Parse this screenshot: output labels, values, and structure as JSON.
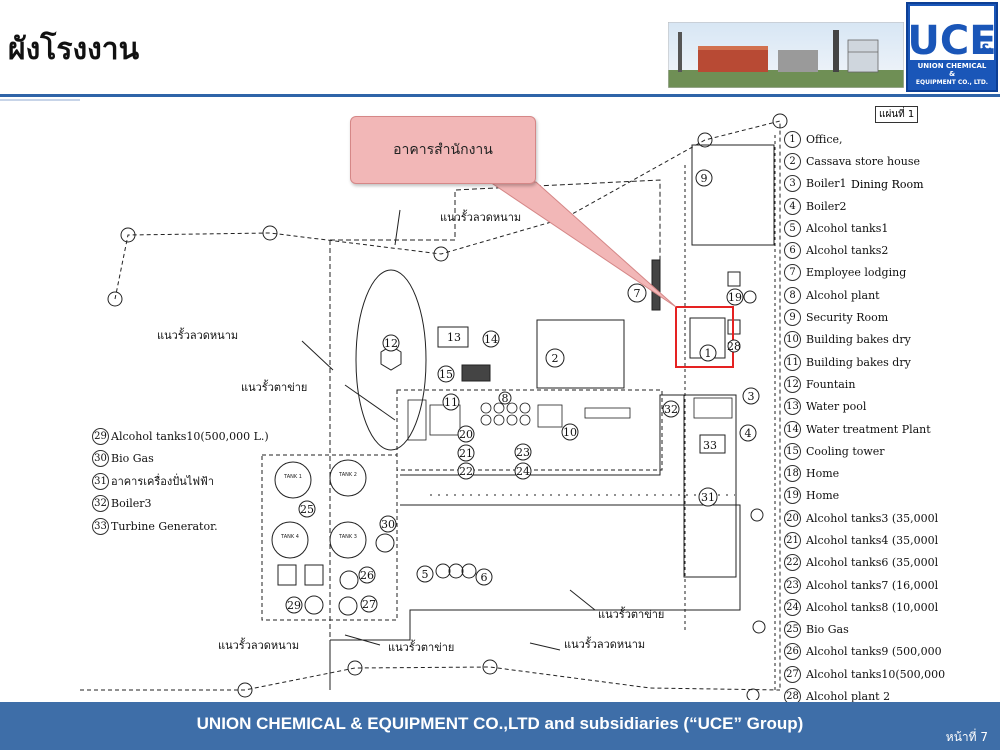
{
  "page": {
    "title": "ผังโรงงาน",
    "page_no": "หน้าที่ 7"
  },
  "logo": {
    "main": "UCE",
    "amp": "&",
    "line1": "UNION CHEMICAL",
    "line2": "&",
    "line3": "EQUIPMENT CO., LTD."
  },
  "footer": {
    "text": "UNION CHEMICAL & EQUIPMENT CO.,LTD and subsidiaries (“UCE” Group)"
  },
  "diagram": {
    "sheet_label": "แผ่นที่ 1",
    "callout": "อาคารสำนักงาน",
    "dining_room": "Dining Room",
    "fence_labels": [
      "แนวรั้วลวดหนาม",
      "แนวรั้วลวดหนาม",
      "แนวรั้วตาข่าย",
      "แนวรั้วตาข่าย",
      "แนวรั้วลวดหนาม",
      "แนวรั้วตาข่าย",
      "แนวรั้วลวดหนาม"
    ],
    "legend_right": [
      {
        "n": "1",
        "label": "Office,"
      },
      {
        "n": "2",
        "label": "Cassava store house"
      },
      {
        "n": "3",
        "label": "Boiler1"
      },
      {
        "n": "4",
        "label": "Boiler2"
      },
      {
        "n": "5",
        "label": "Alcohol tanks1"
      },
      {
        "n": "6",
        "label": "Alcohol tanks2"
      },
      {
        "n": "7",
        "label": "Employee lodging"
      },
      {
        "n": "8",
        "label": "Alcohol plant"
      },
      {
        "n": "9",
        "label": "Security Room"
      },
      {
        "n": "10",
        "label": "Building bakes dry"
      },
      {
        "n": "11",
        "label": "Building bakes dry"
      },
      {
        "n": "12",
        "label": "Fountain"
      },
      {
        "n": "13",
        "label": "Water pool"
      },
      {
        "n": "14",
        "label": "Water treatment Plant"
      },
      {
        "n": "15",
        "label": "Cooling tower"
      },
      {
        "n": "18",
        "label": "Home"
      },
      {
        "n": "19",
        "label": "Home"
      },
      {
        "n": "20",
        "label": "Alcohol tanks3 (35,000l"
      },
      {
        "n": "21",
        "label": "Alcohol tanks4 (35,000l"
      },
      {
        "n": "22",
        "label": "Alcohol tanks6 (35,000l"
      },
      {
        "n": "23",
        "label": "Alcohol tanks7 (16,000l"
      },
      {
        "n": "24",
        "label": "Alcohol tanks8 (10,000l"
      },
      {
        "n": "25",
        "label": "Bio Gas"
      },
      {
        "n": "26",
        "label": "Alcohol tanks9 (500,000"
      },
      {
        "n": "27",
        "label": "Alcohol tanks10(500,000"
      },
      {
        "n": "28",
        "label": "Alcohol plant 2"
      }
    ],
    "legend_left": [
      {
        "n": "29",
        "label": "Alcohol tanks10(500,000 L.)"
      },
      {
        "n": "30",
        "label": "Bio Gas"
      },
      {
        "n": "31",
        "label": "อาคารเครื่องปั่นไฟฟ้า"
      },
      {
        "n": "32",
        "label": "Boiler3"
      },
      {
        "n": "33",
        "label": "Turbine Generator."
      }
    ],
    "markers": [
      "1",
      "2",
      "3",
      "4",
      "5",
      "6",
      "7",
      "8",
      "9",
      "10",
      "11",
      "12",
      "13",
      "14",
      "15",
      "19",
      "20",
      "21",
      "22",
      "23",
      "24",
      "25",
      "26",
      "27",
      "28",
      "29",
      "30",
      "31",
      "32",
      "33"
    ],
    "tank_labels": [
      "TANK 1",
      "TANK 2",
      "TANK 3",
      "TANK 4"
    ]
  },
  "colors": {
    "footer_bg": "#3e6ea8",
    "header_line": "#2f64a8",
    "highlight": "#e52222",
    "callout_bg": "#f2b7b7",
    "logo_bg": "#1a56b8"
  }
}
